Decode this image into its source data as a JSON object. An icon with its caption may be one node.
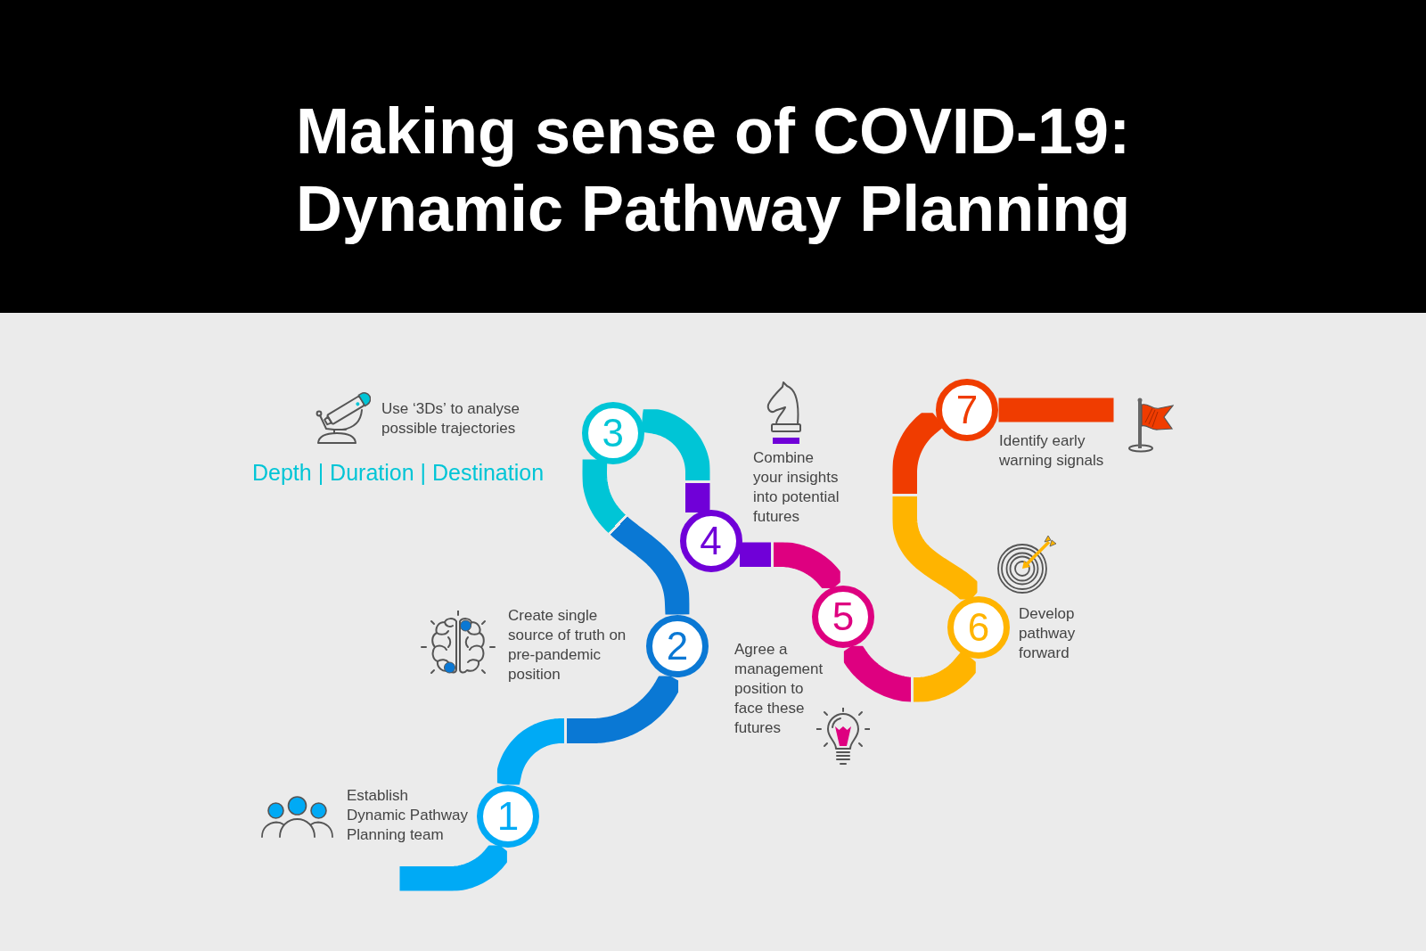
{
  "diagram": {
    "title": "Making sense of COVID-19: Dynamic Pathway Planning",
    "nodes": [
      {
        "text": [
          "1"
        ],
        "beside": [
          "Establish Dynamic Pathway Planning team"
        ]
      },
      {
        "text": [
          "2"
        ],
        "beside": [
          "Create single source of truth on pre-pandemic position"
        ]
      },
      {
        "text": [
          "3"
        ],
        "beside": [
          "Use ‘3Ds’ to analyse possible trajectories",
          "Depth | Duration | Destination"
        ]
      },
      {
        "text": [
          "4"
        ],
        "beside": [
          "Combine your insights into potential futures"
        ]
      },
      {
        "text": [
          "5"
        ],
        "beside": [
          "Agree a management position to face these futures"
        ]
      },
      {
        "text": [
          "6"
        ],
        "beside": [
          "Develop pathway forward"
        ]
      },
      {
        "text": [
          "7"
        ],
        "beside": [
          "Identify early warning signals"
        ]
      }
    ],
    "edges": [
      {
        "from": null,
        "to": 0,
        "arrow": "none",
        "color": "#00aaf5"
      },
      {
        "from": 0,
        "to": 1,
        "arrow": "none"
      },
      {
        "from": 1,
        "to": 2,
        "arrow": "none"
      },
      {
        "from": 2,
        "to": 3,
        "arrow": "none"
      },
      {
        "from": 3,
        "to": 4,
        "arrow": "none"
      },
      {
        "from": 4,
        "to": 5,
        "arrow": "none"
      },
      {
        "from": 5,
        "to": 6,
        "arrow": "none"
      },
      {
        "from": 6,
        "to": null,
        "arrow": "none",
        "color": "#f03c00"
      }
    ]
  }
}
